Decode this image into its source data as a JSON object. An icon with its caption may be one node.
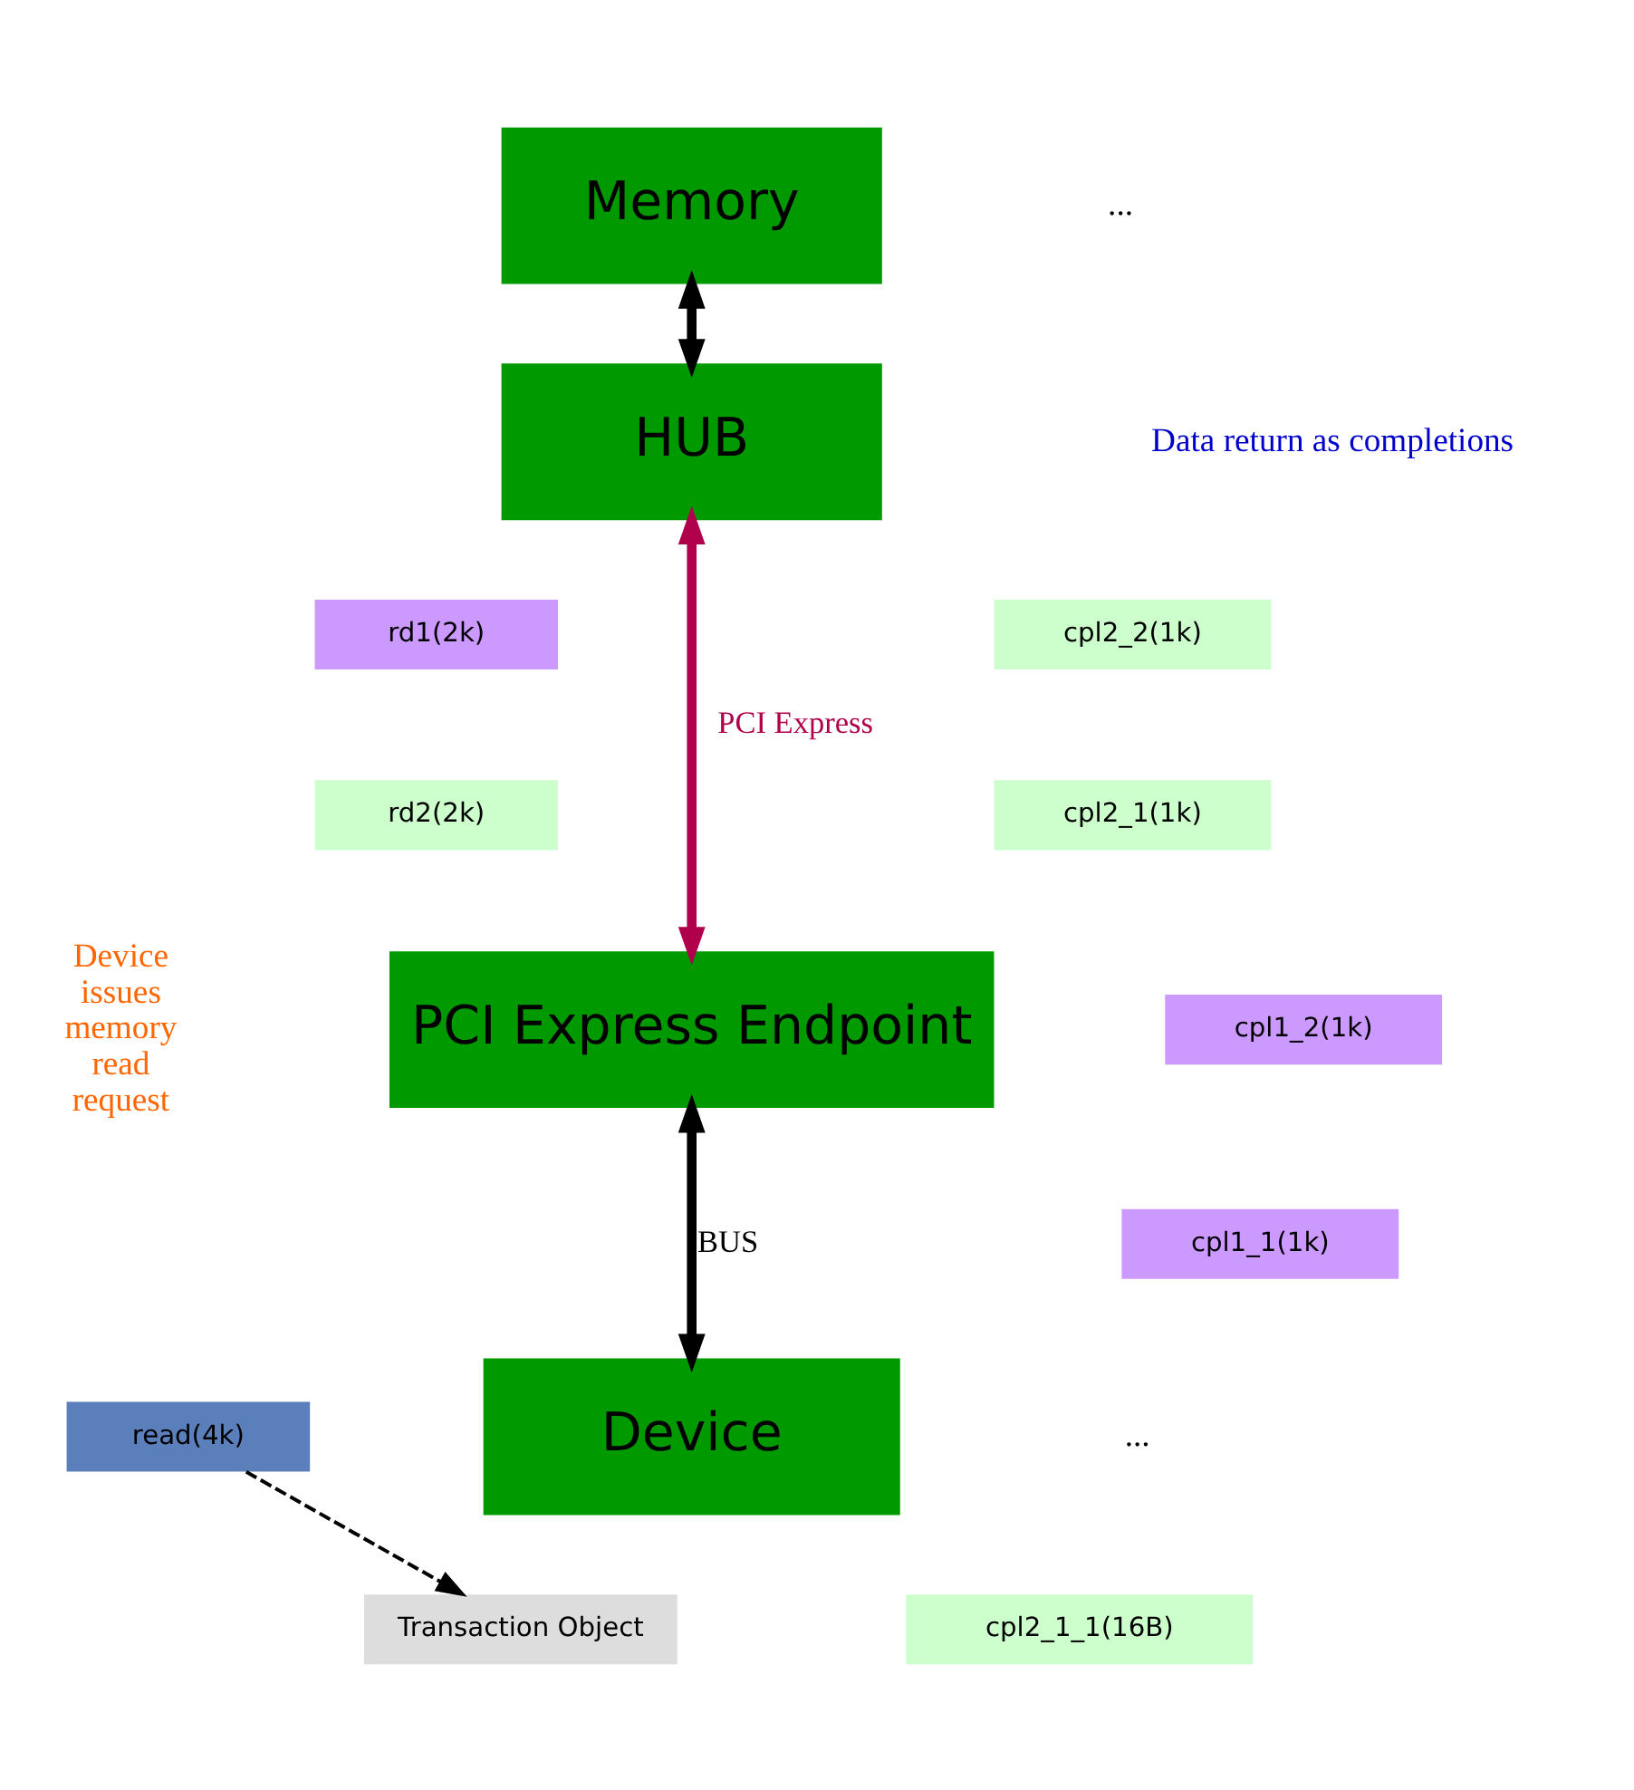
{
  "diagram": {
    "nodes": [
      {
        "text": [
          "Memory"
        ]
      },
      {
        "text": [
          "HUB"
        ]
      },
      {
        "text": [
          "PCI Express Endpoint"
        ]
      },
      {
        "text": [
          "Device"
        ]
      },
      {
        "text": [
          "rd1(2k)"
        ]
      },
      {
        "text": [
          "rd2(2k)"
        ]
      },
      {
        "text": [
          "cpl2_2(1k)"
        ]
      },
      {
        "text": [
          "cpl2_1(1k)"
        ]
      },
      {
        "text": [
          "cpl1_2(1k)"
        ]
      },
      {
        "text": [
          "cpl1_1(1k)"
        ]
      },
      {
        "text": [
          "cpl2_1_1(16B)"
        ]
      },
      {
        "text": [
          "read(4k)"
        ]
      },
      {
        "text": [
          "Transaction Object"
        ]
      }
    ],
    "edges": [
      {
        "from": 0,
        "to": 1,
        "arrow": "both"
      },
      {
        "from": 1,
        "to": 2,
        "arrow": "both",
        "label": "PCI Express",
        "color": "#b0004c"
      },
      {
        "from": 2,
        "to": 3,
        "arrow": "both",
        "label": "BUS"
      },
      {
        "from": 11,
        "to": 12,
        "arrow": "to",
        "style": "dashed"
      }
    ],
    "labels": [
      "...",
      "Device issues memory read request",
      "Data return as completions",
      "..."
    ]
  }
}
